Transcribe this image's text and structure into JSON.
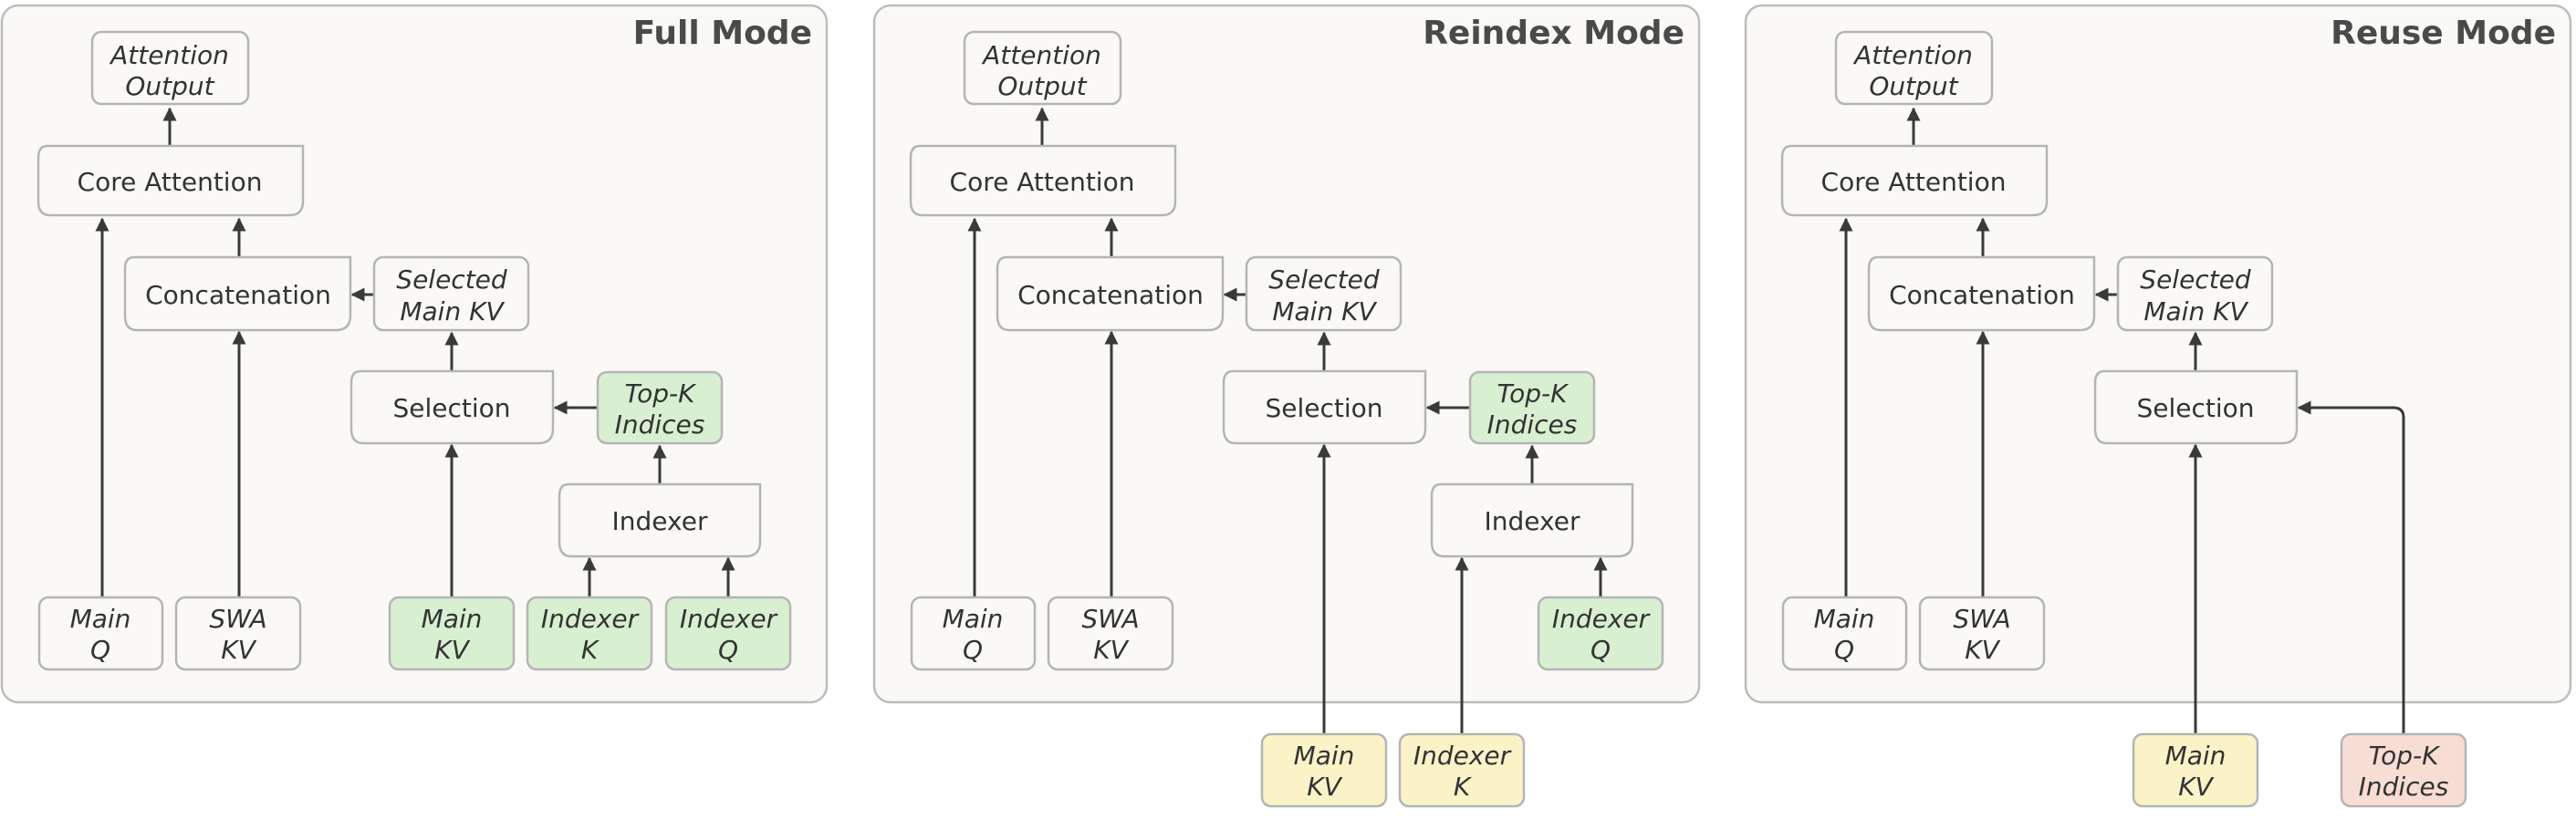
{
  "panels": {
    "full": {
      "title": "Full Mode",
      "attention_output": [
        "Attention",
        "Output"
      ],
      "core_attention": "Core Attention",
      "concatenation": "Concatenation",
      "selected_main_kv": [
        "Selected",
        "Main KV"
      ],
      "selection": "Selection",
      "top_k_indices": [
        "Top-K",
        "Indices"
      ],
      "indexer": "Indexer",
      "main_q": [
        "Main",
        "Q"
      ],
      "swa_kv": [
        "SWA",
        "KV"
      ],
      "main_kv": [
        "Main",
        "KV"
      ],
      "indexer_k": [
        "Indexer",
        "K"
      ],
      "indexer_q": [
        "Indexer",
        "Q"
      ]
    },
    "reindex": {
      "title": "Reindex Mode",
      "attention_output": [
        "Attention",
        "Output"
      ],
      "core_attention": "Core Attention",
      "concatenation": "Concatenation",
      "selected_main_kv": [
        "Selected",
        "Main KV"
      ],
      "selection": "Selection",
      "top_k_indices": [
        "Top-K",
        "Indices"
      ],
      "indexer": "Indexer",
      "main_q": [
        "Main",
        "Q"
      ],
      "swa_kv": [
        "SWA",
        "KV"
      ],
      "indexer_q": [
        "Indexer",
        "Q"
      ],
      "ext_main_kv": [
        "Main",
        "KV"
      ],
      "ext_indexer_k": [
        "Indexer",
        "K"
      ]
    },
    "reuse": {
      "title": "Reuse Mode",
      "attention_output": [
        "Attention",
        "Output"
      ],
      "core_attention": "Core Attention",
      "concatenation": "Concatenation",
      "selected_main_kv": [
        "Selected",
        "Main KV"
      ],
      "selection": "Selection",
      "main_q": [
        "Main",
        "Q"
      ],
      "swa_kv": [
        "SWA",
        "KV"
      ],
      "ext_main_kv": [
        "Main",
        "KV"
      ],
      "ext_top_k_indices": [
        "Top-K",
        "Indices"
      ]
    }
  },
  "colors": {
    "panel_fill": "#faf9f6",
    "border": "#b5b5b5",
    "input_green": "#d9efd1",
    "external_yellow": "#fbf3c8",
    "external_red": "#f8ddd5",
    "arrow": "#3a3a3a"
  }
}
